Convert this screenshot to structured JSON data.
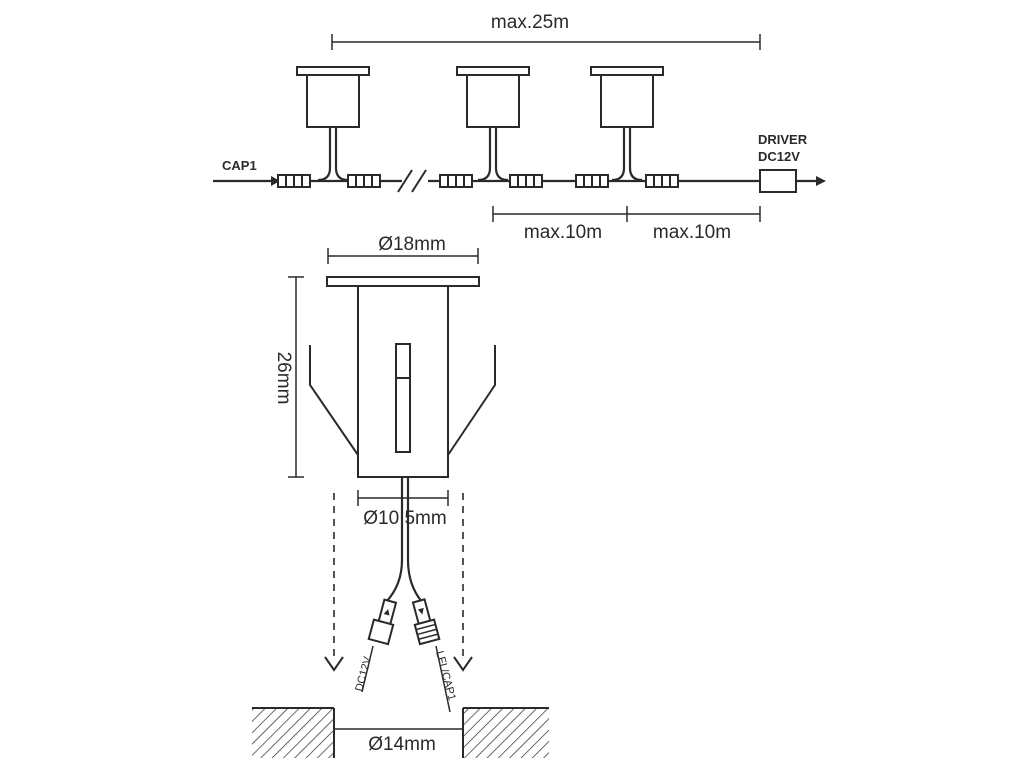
{
  "labels": {
    "max_total": "max.25m",
    "cap_input": "CAP1",
    "driver_line1": "DRIVER",
    "driver_line2": "DC12V",
    "max_segment_1": "max.10m",
    "max_segment_2": "max.10m",
    "head_diameter": "Ø18mm",
    "height": "26mm",
    "body_diameter": "Ø10.5mm",
    "connector_left": "DC12V",
    "connector_right": "LFL/CAP1",
    "hole_diameter": "Ø14mm"
  },
  "colors": {
    "stroke": "#2a2a2a",
    "background": "#ffffff"
  },
  "icons": {
    "arrow": "arrow-right-icon",
    "down_arrow": "chevron-down-icon"
  }
}
